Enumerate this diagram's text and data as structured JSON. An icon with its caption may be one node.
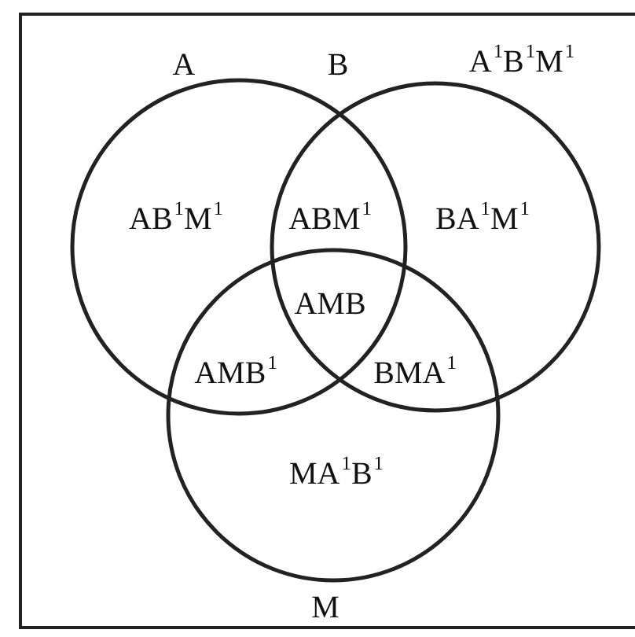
{
  "diagram": {
    "nodes": [
      {
        "text": [
          "A$^{1}$B$^{1}$M$^{1}$"
        ]
      },
      {
        "text": [
          "A"
        ],
        "in": 0
      },
      {
        "text": [
          "B"
        ],
        "in": 0
      },
      {
        "text": [
          "M"
        ],
        "in": 0
      }
    ],
    "labels": [
      "AB$^{1}$M$^{1}$",
      "ABM$^{1}$",
      "BA$^{1}$M$^{1}$",
      "AMB",
      "AMB$^{1}$",
      "BMA$^{1}$",
      "MA$^{1}$B$^{1}$"
    ]
  }
}
